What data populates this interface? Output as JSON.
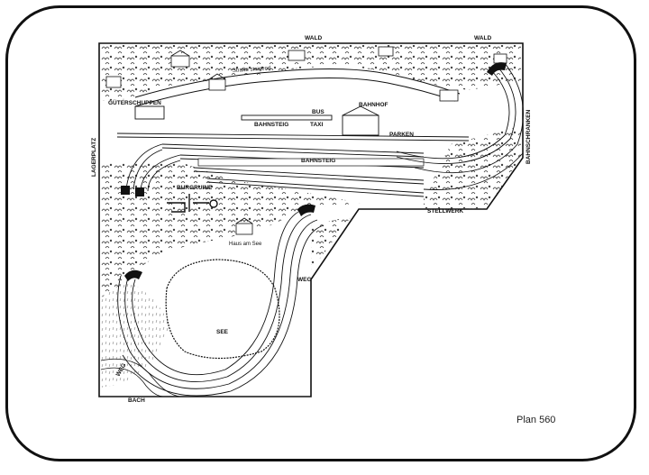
{
  "labels": {
    "wald_top": "WALD",
    "wald_right": "WALD",
    "strasse": "Straße steigend",
    "gueterschuppen": "GÜTERSCHUPPEN",
    "bahnsteig_top": "BAHNSTEIG",
    "bus": "BUS",
    "taxi": "TAXI",
    "bahnhof": "BAHNHOF",
    "parken": "PARKEN",
    "bahnschranken": "BAHNSCHRANKEN",
    "lagerplatz": "LAGERPLATZ",
    "bahnsteig_mid": "BAHNSTEIG",
    "burgruine": "BURGRUINE",
    "stellwerk": "STELLWERK",
    "haus_am_see": "Haus am See",
    "weg_mid": "WEG",
    "see": "SEE",
    "weg_left": "WEG",
    "bach": "BACH"
  },
  "caption": "Plan 560",
  "colors": {
    "ink": "#111111",
    "paper": "#ffffff"
  }
}
